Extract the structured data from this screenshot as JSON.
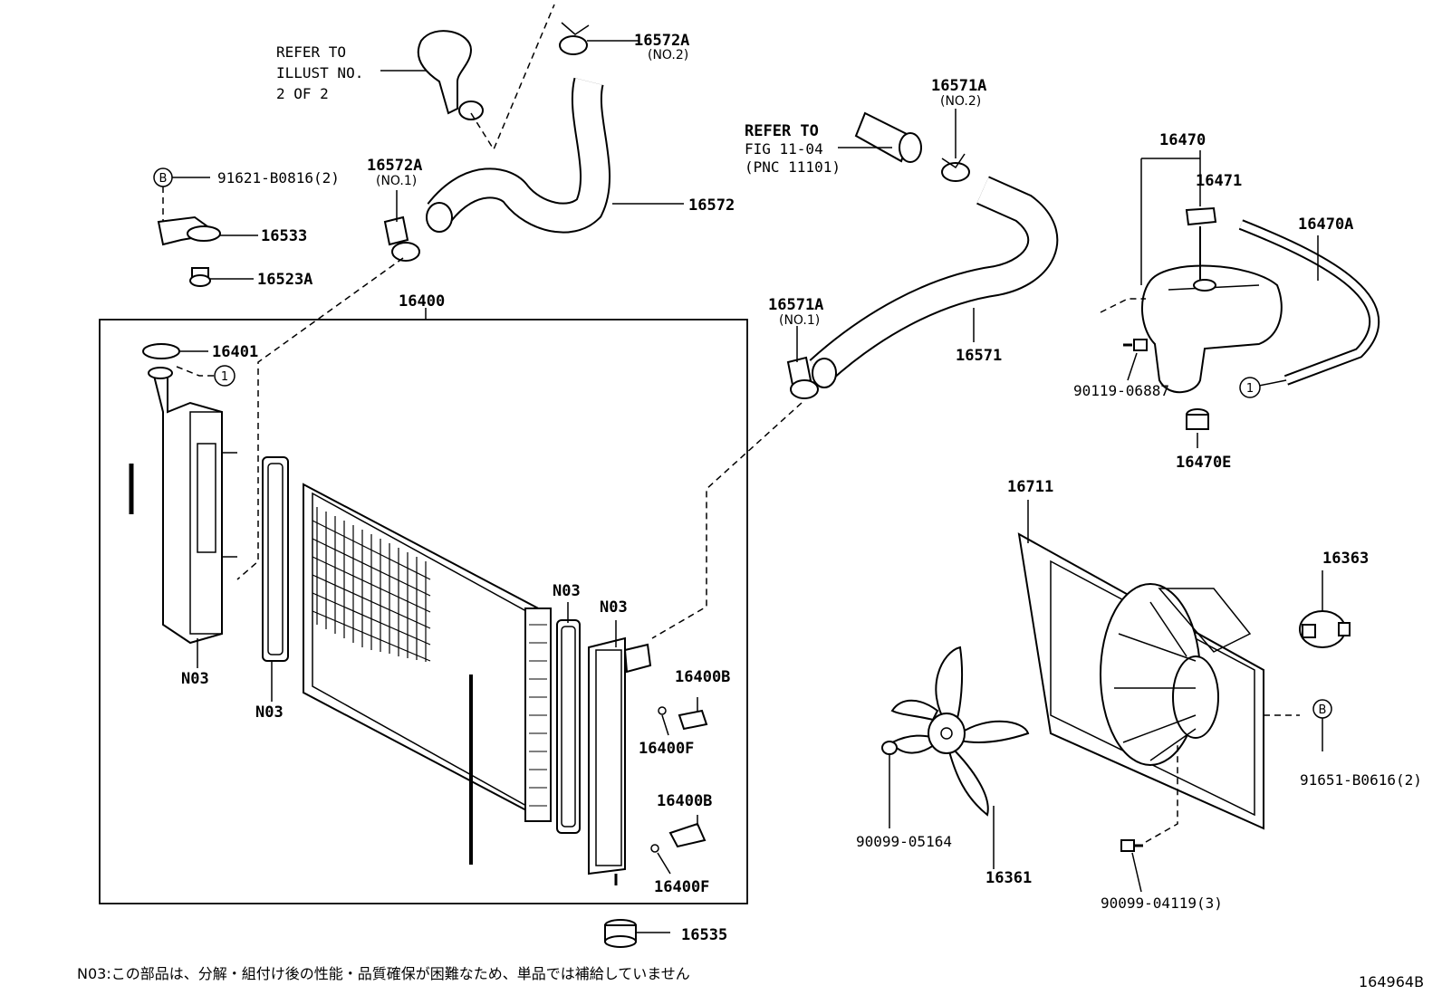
{
  "labels": {
    "p16572A_top": "16572A",
    "p16572A_top_sub": "(NO.2)",
    "refer_illust": [
      "REFER TO",
      "ILLUST NO.",
      "2 OF 2"
    ],
    "p91621": "91621-B0816(2)",
    "p16533": "16533",
    "p16523A": "16523A",
    "p16572A_left": "16572A",
    "p16572A_left_sub": "(NO.1)",
    "p16572": "16572",
    "p16400": "16400",
    "p16401": "16401",
    "n03_a": "N03",
    "n03_b": "N03",
    "n03_c": "N03",
    "n03_d": "N03",
    "p16400B_a": "16400B",
    "p16400F_a": "16400F",
    "p16400B_b": "16400B",
    "p16400F_b": "16400F",
    "p16535": "16535",
    "refer_fig": [
      "REFER TO",
      "FIG 11-04",
      "(PNC 11101)"
    ],
    "p16571A_top": "16571A",
    "p16571A_top_sub": "(NO.2)",
    "p16571A_mid": "16571A",
    "p16571A_mid_sub": "(NO.1)",
    "p16571": "16571",
    "p16470": "16470",
    "p16471": "16471",
    "p16470A": "16470A",
    "p90119": "90119-06887",
    "p16470E": "16470E",
    "p16711": "16711",
    "p16363": "16363",
    "p91651": "91651-B0616(2)",
    "p90099_05164": "90099-05164",
    "p16361": "16361",
    "p90099_04119": "90099-04119(3)",
    "circle_1": "1",
    "circle_b": "B"
  },
  "footer_note": "N03:この部品は、分解・組付け後の性能・品質確保が困難なため、単品では補給していません",
  "figure_code": "164964B"
}
